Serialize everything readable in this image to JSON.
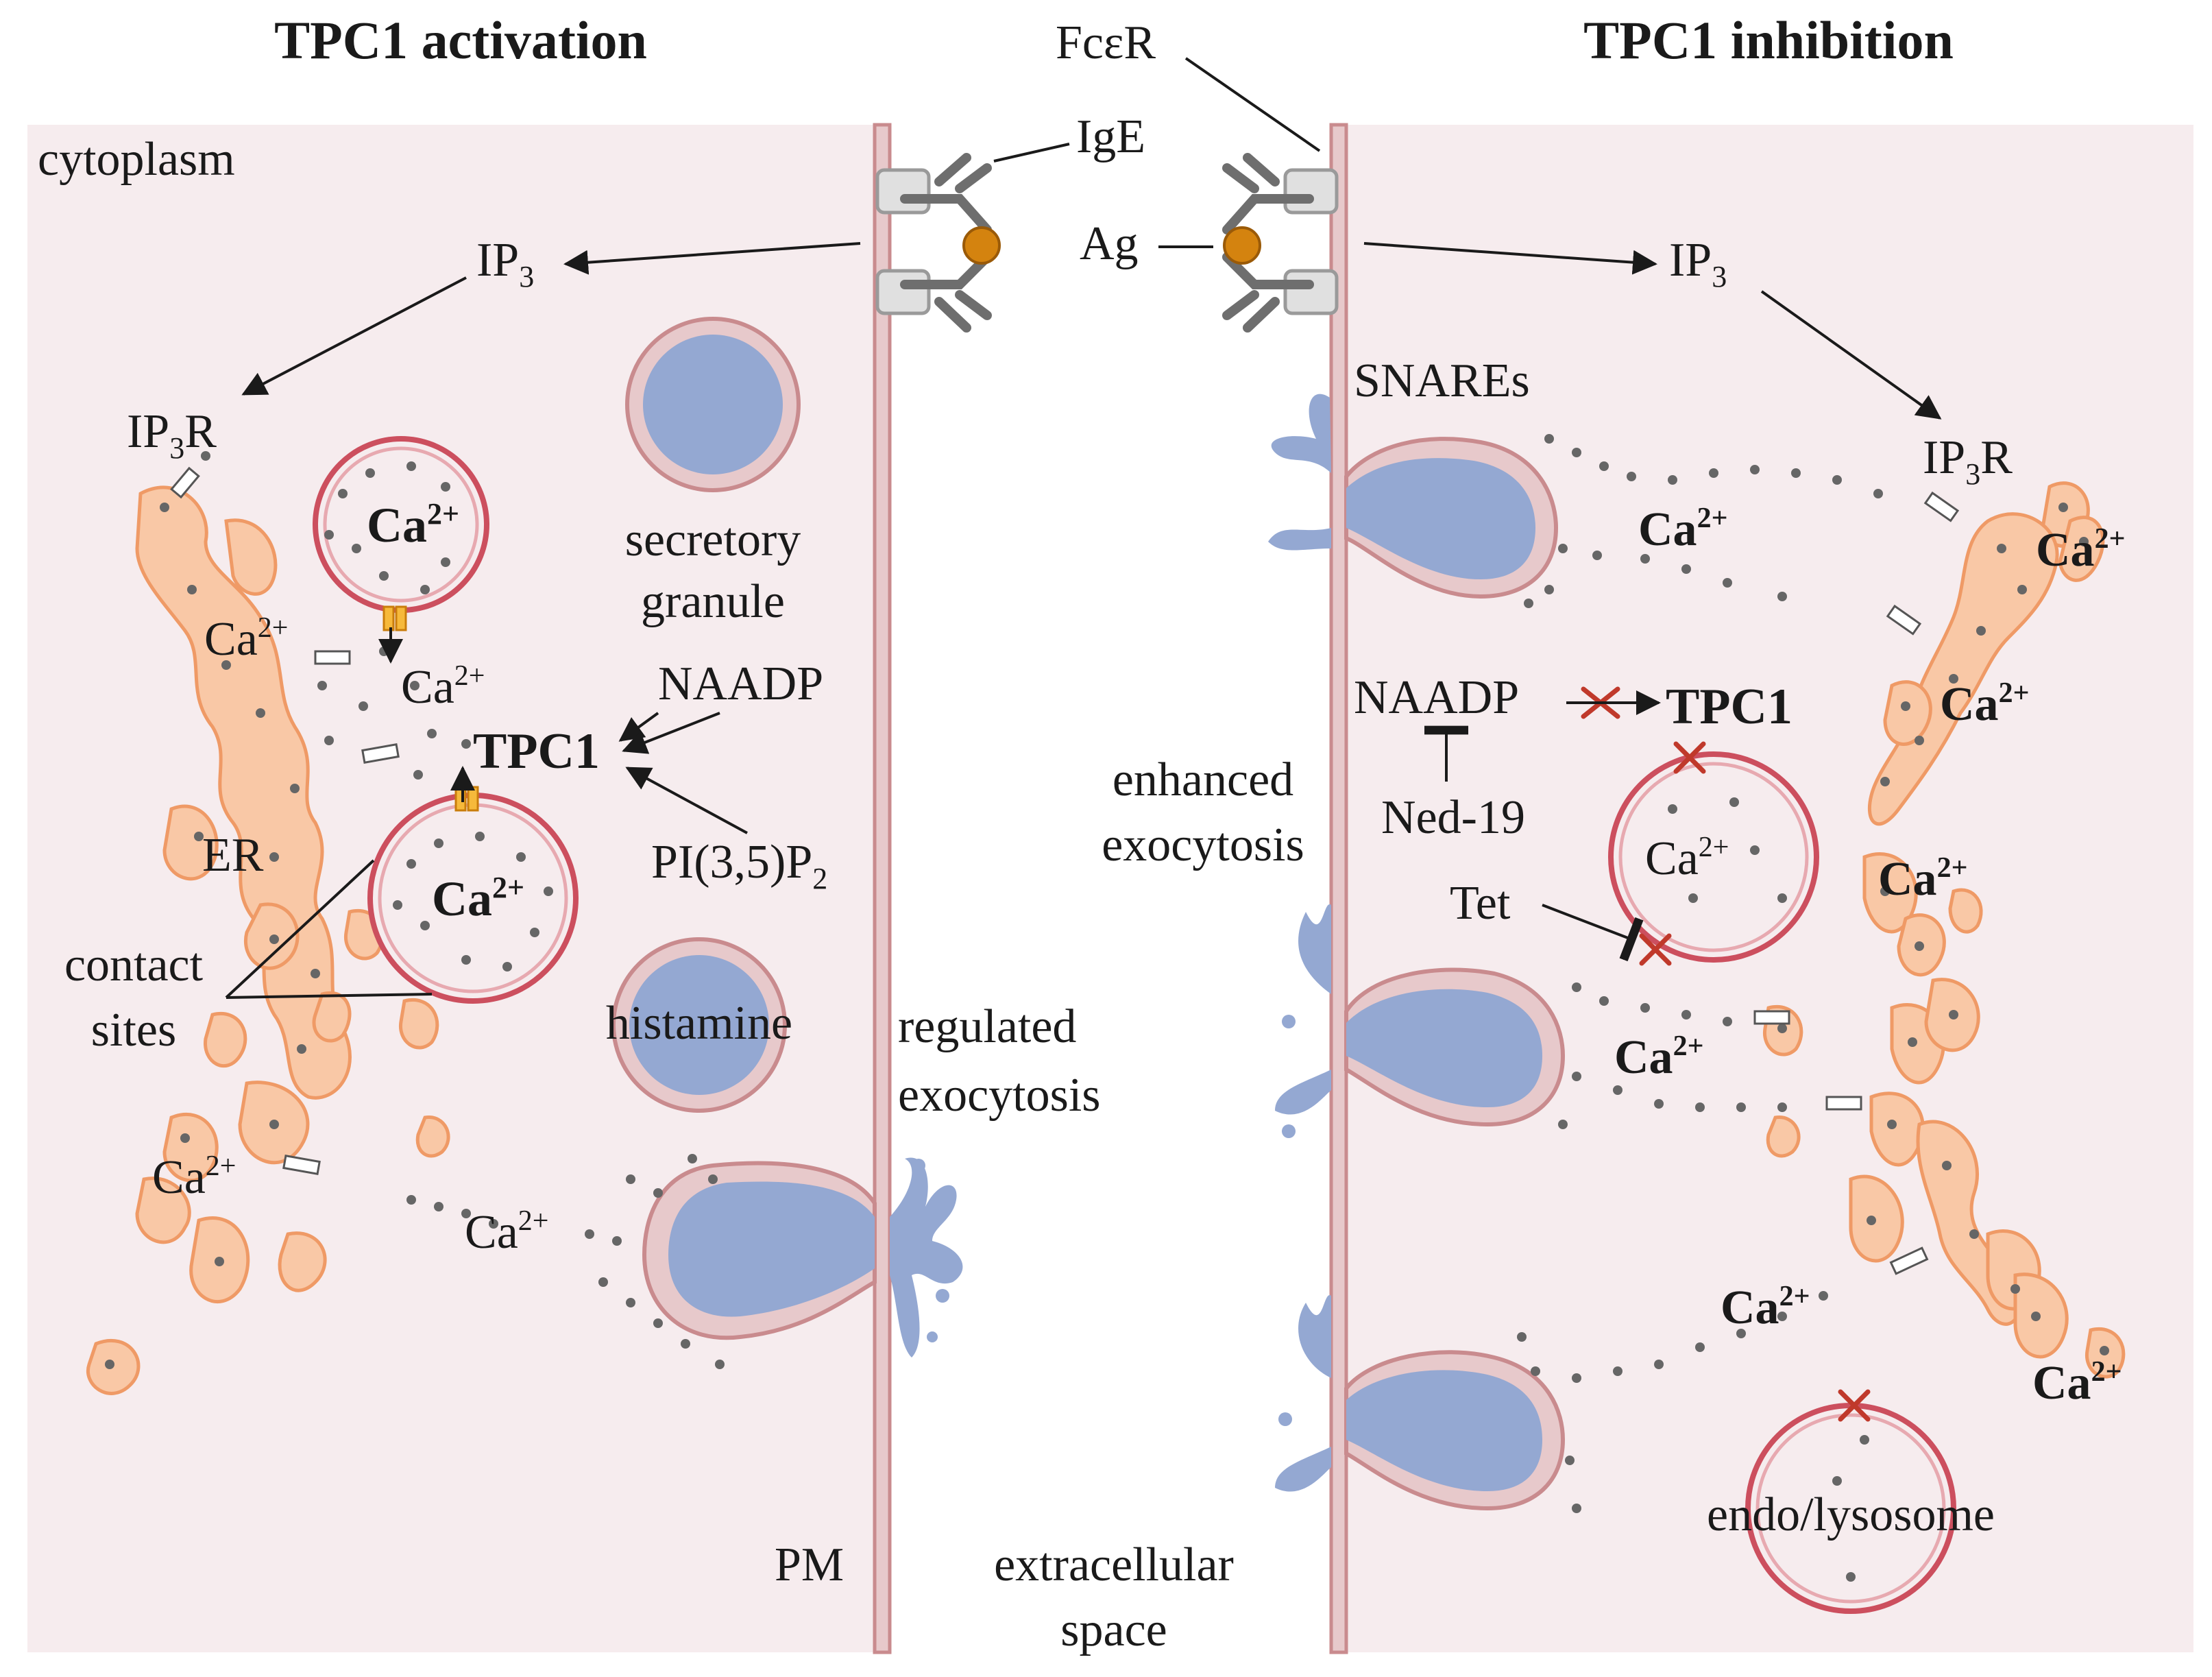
{
  "titles": {
    "left": "TPC1 activation",
    "right": "TPC1 inhibition"
  },
  "receptor": {
    "fcer": "FcεR",
    "ige": "IgE",
    "ag": "Ag"
  },
  "regions": {
    "cytoplasm": "cytoplasm",
    "pm": "PM",
    "extracellular": [
      "extracellular",
      "space"
    ]
  },
  "left": {
    "ip3": "IP",
    "ip3_sub": "3",
    "ip3r": "IP",
    "ip3r_sub": "3",
    "ip3r_end": "R",
    "secretory_granule": [
      "secretory",
      "granule"
    ],
    "naadp": "NAADP",
    "tpc1": "TPC1",
    "pi35p2": "PI(3,5)P",
    "pi35p2_sub": "2",
    "er": "ER",
    "contact_sites": [
      "contact",
      "sites"
    ],
    "histamine": "histamine",
    "regulated_exocytosis": [
      "regulated",
      "exocytosis"
    ],
    "ca": "Ca",
    "ca_sup": "2+"
  },
  "right": {
    "ip3": "IP",
    "ip3_sub": "3",
    "ip3r": "IP",
    "ip3r_sub": "3",
    "ip3r_end": "R",
    "snares": "SNAREs",
    "naadp": "NAADP",
    "tpc1": "TPC1",
    "ned19": "Ned-19",
    "tet": "Tet",
    "enhanced_exocytosis": [
      "enhanced",
      "exocytosis"
    ],
    "endo_lysosome": "endo/lysosome",
    "ca": "Ca",
    "ca_sup": "2+"
  },
  "colors": {
    "cell_bg": "#f6ecee",
    "membrane": "#c98b8e",
    "membrane_fill": "#e7c9cb",
    "er_fill": "#f9c8a6",
    "er_stroke": "#ef9a66",
    "granule": "#94a8d2",
    "lysosome_ring": "#cc4f5e",
    "antigen": "#d4830f",
    "antibody": "#6e6e6e",
    "inhibit_x": "#c0392b"
  }
}
